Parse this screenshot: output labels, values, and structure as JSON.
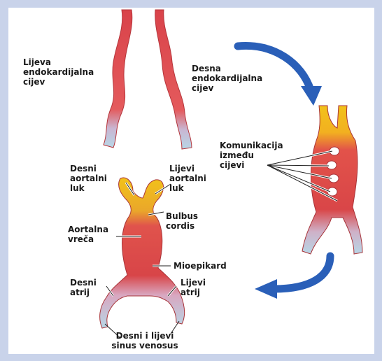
{
  "labels": {
    "left_tube": "Lijeva\nendokardijalna\ncijev",
    "right_tube": "Desna\nendokardijalna\ncijev",
    "communication": "Komunikacija\nizmeđu\ncijevi",
    "right_aortic_arch": "Desni\naortalni\nluk",
    "left_aortic_arch": "Lijevi\naortalni\nluk",
    "bulbus_cordis": "Bulbus\ncordis",
    "aortic_sac": "Aortalna\nvreča",
    "myoepicardium": "Mioepikard",
    "right_atrium": "Desni\natrij",
    "left_atrium": "Lijevi\natrij",
    "sinus_venosus": "Desni i lijevi\nsinus venosus"
  },
  "colors": {
    "background_border": "#c9d3ea",
    "tissue_red": "#d9434a",
    "tissue_yellow": "#f2c21a",
    "vein_blue": "#b7d6e6",
    "arrow_blue": "#2a5fb8"
  }
}
